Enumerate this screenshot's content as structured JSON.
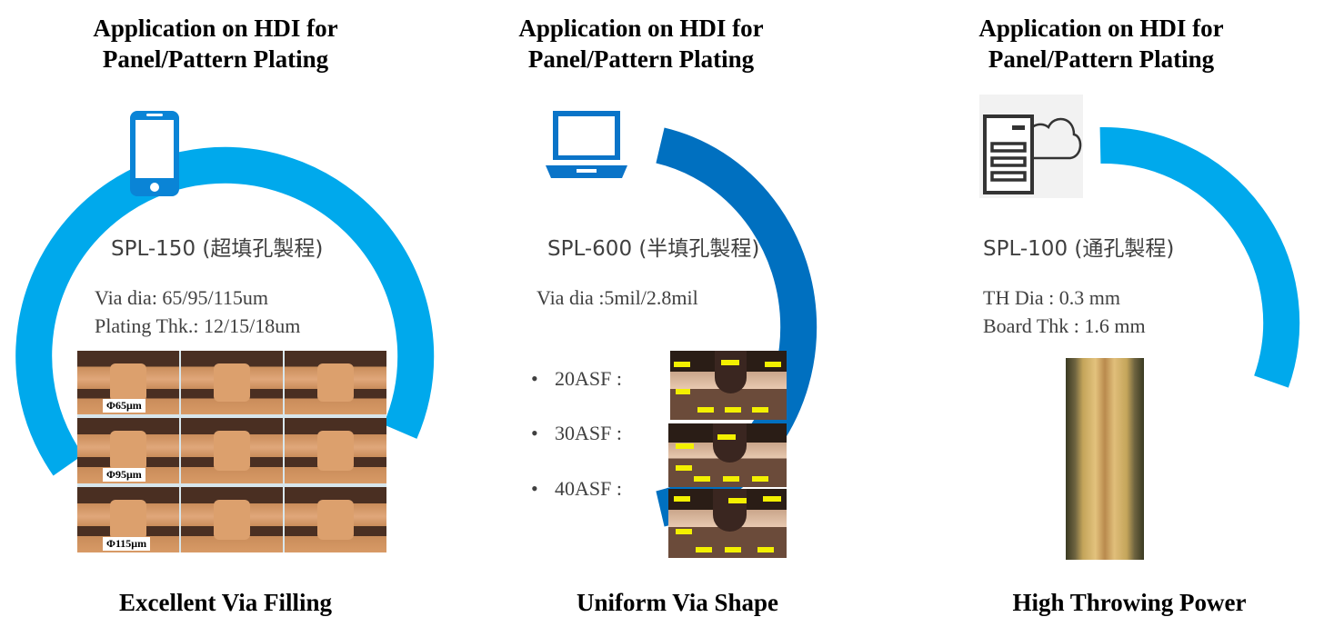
{
  "columns": [
    {
      "title_line1": "Application on HDI for",
      "title_line2": "Panel/Pattern Plating",
      "icon": "smartphone-icon",
      "product": "SPL-150 (超填孔製程)",
      "spec_lines": [
        "Via dia: 65/95/115um",
        "Plating Thk.: 12/15/18um"
      ],
      "grid_labels": [
        "Φ65μm",
        "Φ95μm",
        "Φ115μm"
      ],
      "footer": "Excellent Via Filling",
      "ring_color": "#00a9ec"
    },
    {
      "title_line1": "Application on HDI for",
      "title_line2": "Panel/Pattern Plating",
      "icon": "laptop-icon",
      "product": "SPL-600 (半填孔製程)",
      "spec_lines": [
        "Via dia :5mil/2.8mil"
      ],
      "bullets": [
        "20ASF :",
        "30ASF :",
        "40ASF :"
      ],
      "footer": "Uniform Via Shape",
      "ring_color": "#0070c0"
    },
    {
      "title_line1": "Application on HDI for",
      "title_line2": "Panel/Pattern Plating",
      "icon": "server-cloud-icon",
      "product": "SPL-100 (通孔製程)",
      "spec_lines": [
        "TH Dia : 0.3 mm",
        "Board Thk : 1.6 mm"
      ],
      "footer": "High Throwing Power",
      "ring_color": "#00a9ec"
    }
  ],
  "bullet_char": "•"
}
